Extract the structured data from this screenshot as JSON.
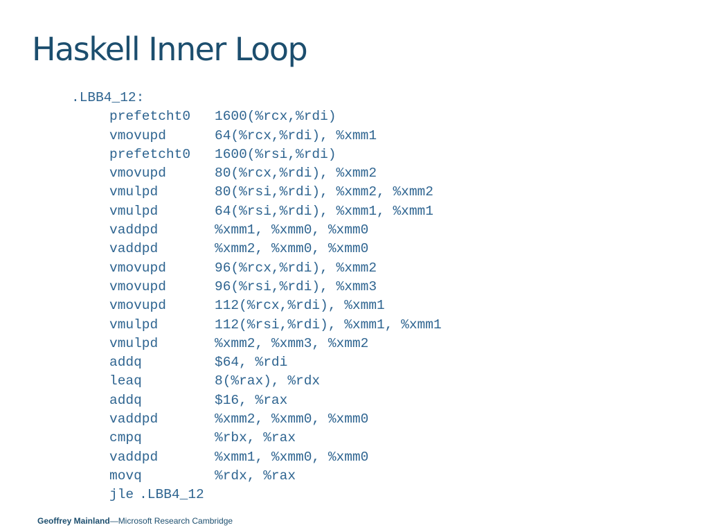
{
  "slide": {
    "title": "Haskell Inner Loop"
  },
  "code": {
    "label": ".LBB4_12:",
    "instructions": [
      {
        "op": "prefetcht0",
        "args": "1600(%rcx,%rdi)"
      },
      {
        "op": "vmovupd",
        "args": "64(%rcx,%rdi), %xmm1"
      },
      {
        "op": "prefetcht0",
        "args": "1600(%rsi,%rdi)"
      },
      {
        "op": "vmovupd",
        "args": "80(%rcx,%rdi), %xmm2"
      },
      {
        "op": "vmulpd",
        "args": "80(%rsi,%rdi), %xmm2, %xmm2"
      },
      {
        "op": "vmulpd",
        "args": "64(%rsi,%rdi), %xmm1, %xmm1"
      },
      {
        "op": "vaddpd",
        "args": "%xmm1, %xmm0, %xmm0"
      },
      {
        "op": "vaddpd",
        "args": "%xmm2, %xmm0, %xmm0"
      },
      {
        "op": "vmovupd",
        "args": "96(%rcx,%rdi), %xmm2"
      },
      {
        "op": "vmovupd",
        "args": "96(%rsi,%rdi), %xmm3"
      },
      {
        "op": "vmovupd",
        "args": "112(%rcx,%rdi), %xmm1"
      },
      {
        "op": "vmulpd",
        "args": "112(%rsi,%rdi), %xmm1, %xmm1"
      },
      {
        "op": "vmulpd",
        "args": "%xmm2, %xmm3, %xmm2"
      },
      {
        "op": "addq",
        "args": "$64, %rdi"
      },
      {
        "op": "leaq",
        "args": "8(%rax), %rdx"
      },
      {
        "op": "addq",
        "args": "$16, %rax"
      },
      {
        "op": "vaddpd",
        "args": "%xmm2, %xmm0, %xmm0"
      },
      {
        "op": "cmpq",
        "args": "%rbx, %rax"
      },
      {
        "op": "vaddpd",
        "args": "%xmm1, %xmm0, %xmm0"
      },
      {
        "op": "movq",
        "args": "%rdx, %rax"
      },
      {
        "op": "jle",
        "args": ".LBB4_12"
      }
    ]
  },
  "footer": {
    "author": "Geoffrey Mainland",
    "separator": "—",
    "organization": "Microsoft Research Cambridge"
  },
  "colors": {
    "title": "#1c4e6e",
    "code": "#2e6490",
    "background": "#ffffff"
  }
}
